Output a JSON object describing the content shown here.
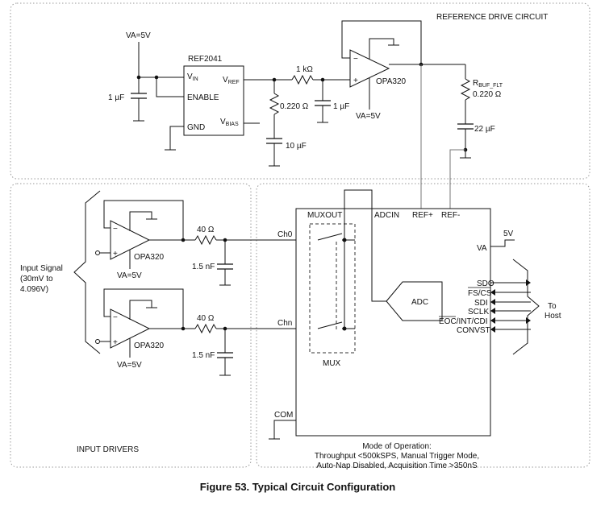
{
  "regions": {
    "reference_drive": "REFERENCE DRIVE CIRCUIT",
    "input_drivers": "INPUT DRIVERS"
  },
  "reference": {
    "supply": "VA=5V",
    "input_cap": "1 µF",
    "ic_name": "REF2041",
    "pin_vin": "V",
    "pin_vin_sub": "IN",
    "pin_enable": "ENABLE",
    "pin_gnd": "GND",
    "pin_vref": "V",
    "pin_vref_sub": "REF",
    "pin_vbias": "V",
    "pin_vbias_sub": "BIAS",
    "series_resistor": "1 kΩ",
    "esr_resistor": "0.220 Ω",
    "vbias_cap": "10 µF",
    "filter_cap": "1 µF",
    "buffer_amp": "OPA320",
    "buffer_supply": "VA=5V",
    "rbuf_label": "R",
    "rbuf_sub": "BUF_FLT",
    "rbuf_value": "0.220 Ω",
    "output_cap": "22 µF"
  },
  "drivers": {
    "input_signal": [
      "Input Signal",
      "(30mV to",
      "4.096V)"
    ],
    "channels": [
      {
        "amp": "OPA320",
        "supply": "VA=5V",
        "resistor": "40 Ω",
        "cap": "1.5 nF",
        "channel": "Ch0"
      },
      {
        "amp": "OPA320",
        "supply": "VA=5V",
        "resistor": "40 Ω",
        "cap": "1.5 nF",
        "channel": "Chn"
      }
    ]
  },
  "adc_device": {
    "pins_top": [
      "MUXOUT",
      "ADCIN",
      "REF+",
      "REF-"
    ],
    "mux_label": "MUX",
    "adc_label": "ADC",
    "va_pin": "VA",
    "va_supply": "5V",
    "com_pin": "COM",
    "digital_pins": [
      "SDO",
      "FS/CS",
      "SDI",
      "SCLK",
      "EOC/INT/CDI",
      "CONVST"
    ],
    "host_label": [
      "To",
      "Host"
    ],
    "mode_text": [
      "Mode of Operation:",
      "Throughput <500kSPS, Manual Trigger Mode,",
      "Auto-Nap Disabled, Acquisition Time >350nS"
    ]
  },
  "caption": "Figure 53.  Typical Circuit Configuration"
}
